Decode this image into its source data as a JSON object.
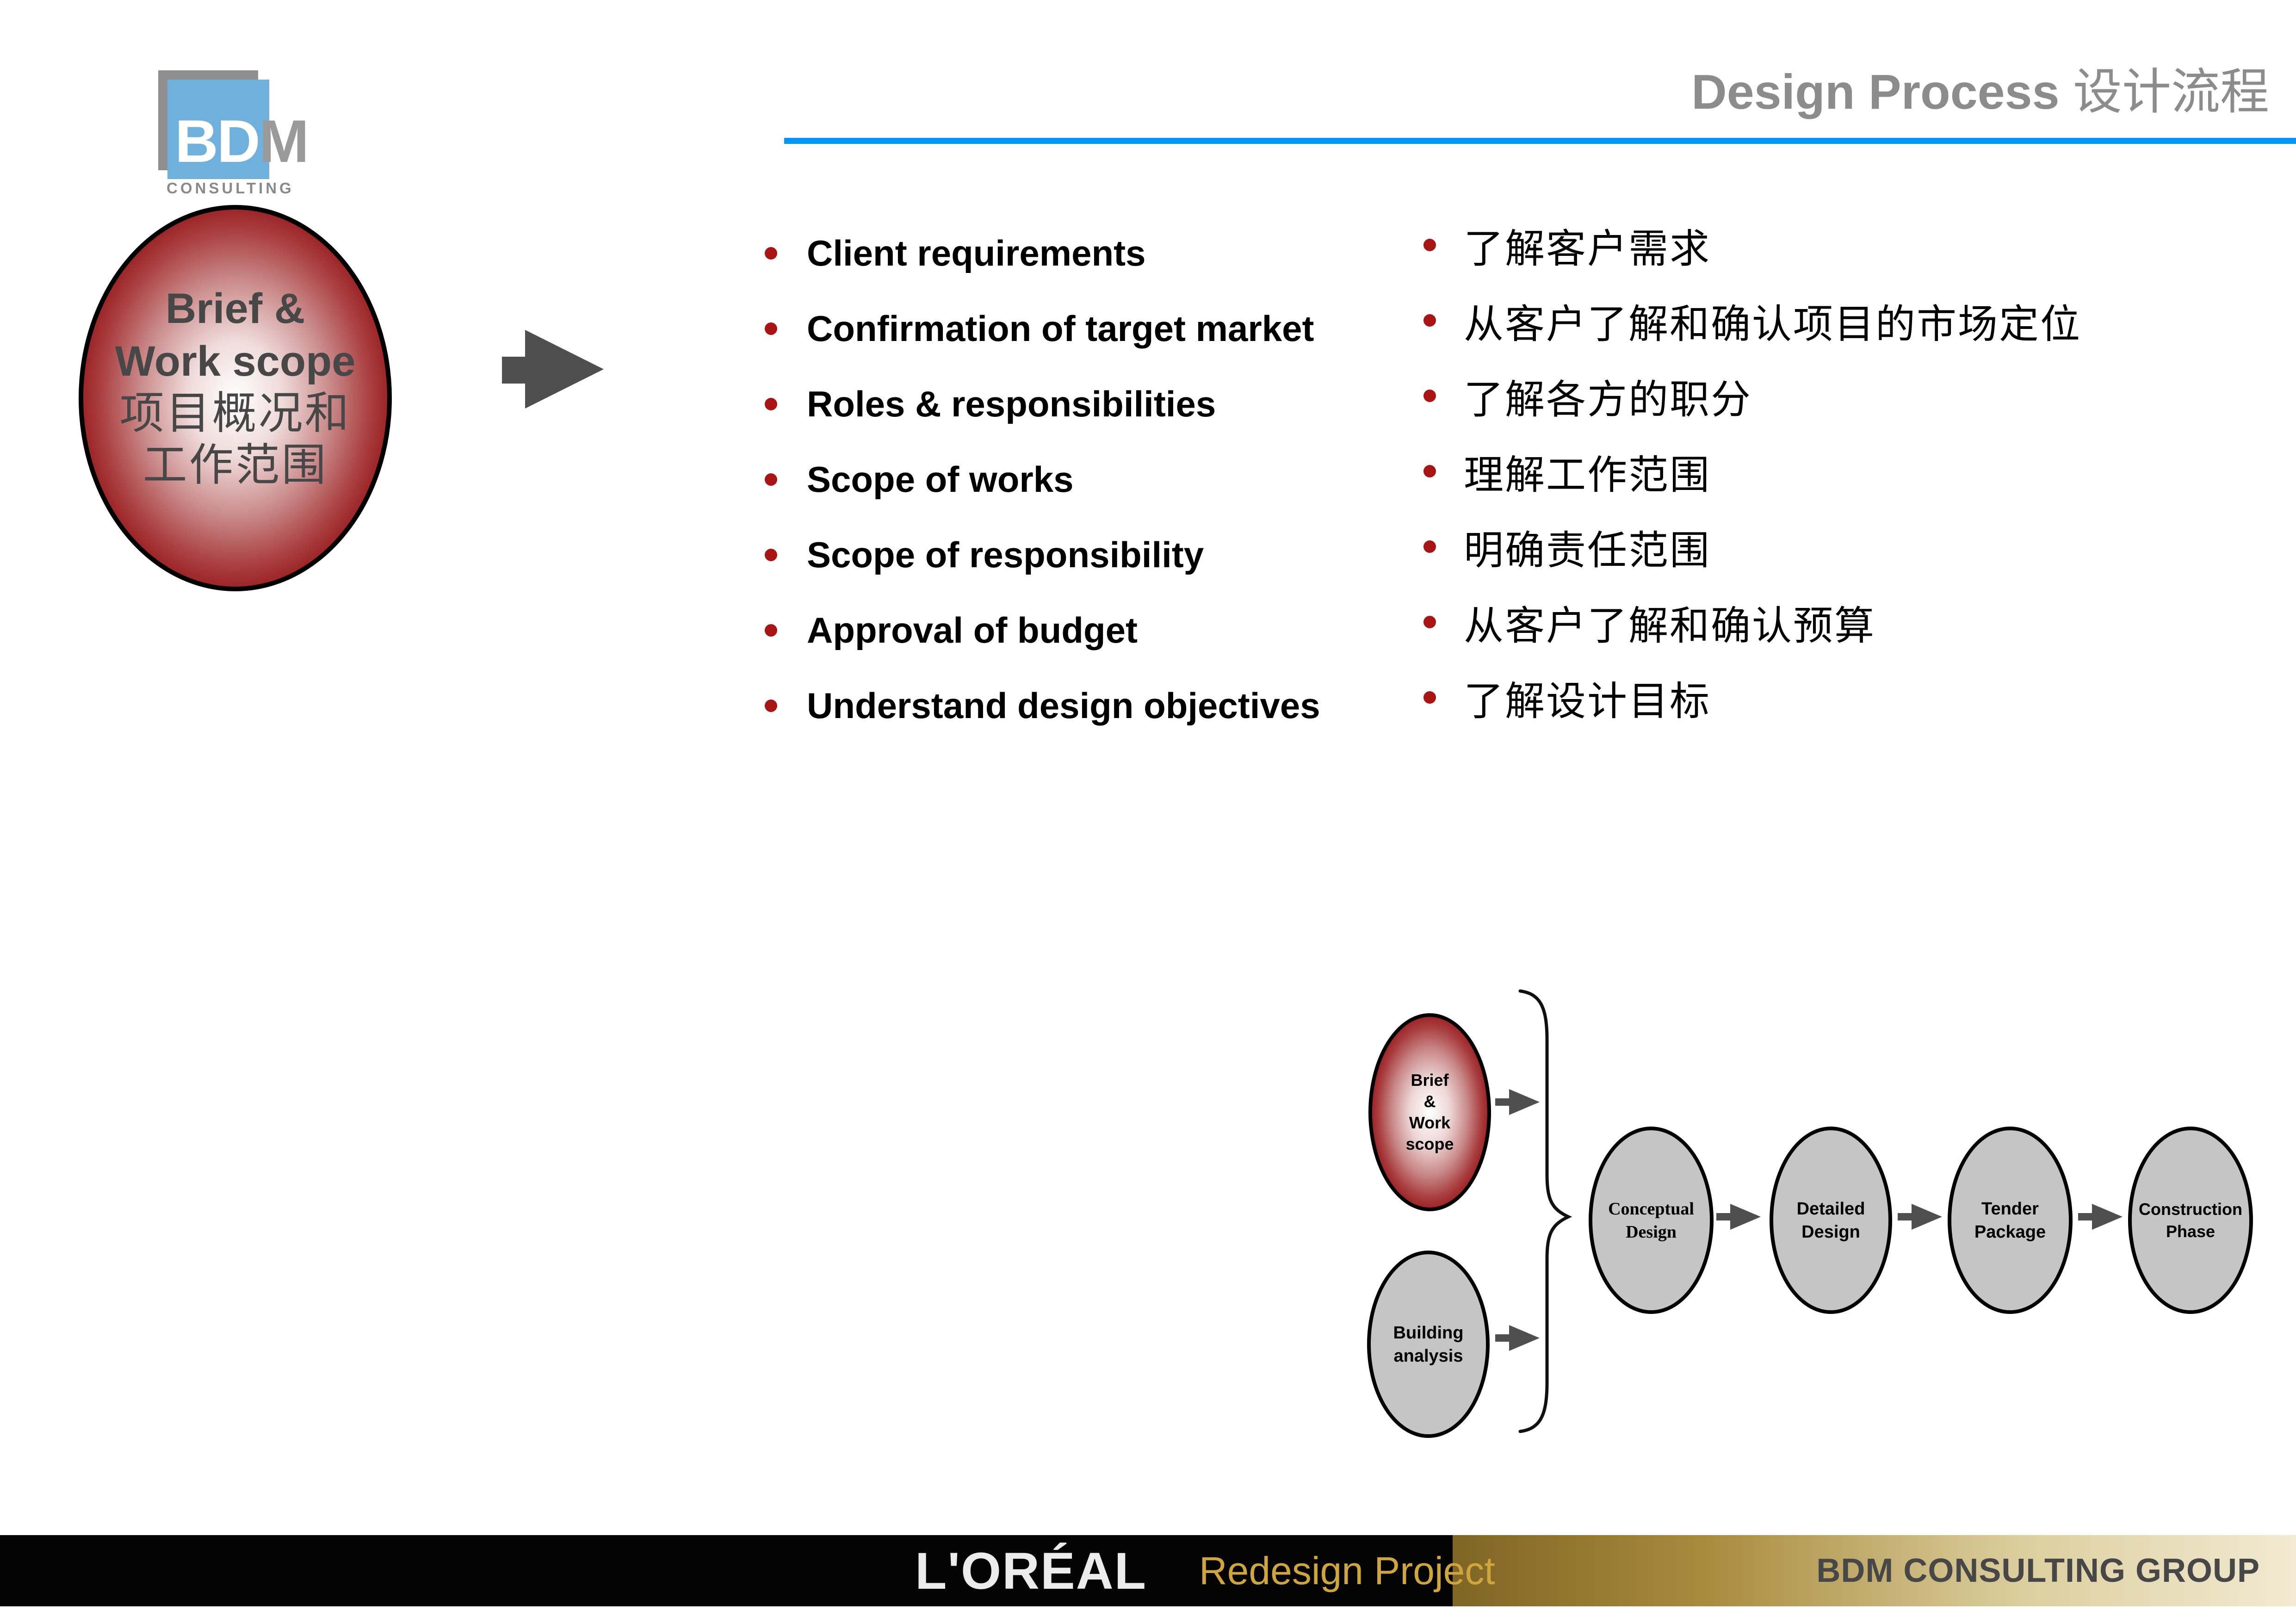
{
  "header": {
    "title_en": "Design Process",
    "title_zh": "设计流程",
    "logo": {
      "part_bd": "BD",
      "part_m": "M",
      "subtitle": "CONSULTING"
    }
  },
  "intro_ellipse": {
    "en_line1": "Brief &",
    "en_line2": "Work scope",
    "zh_line1": "项目概况和",
    "zh_line2": "工作范围"
  },
  "bullets_en": [
    "Client requirements",
    "Confirmation of target market",
    "Roles & responsibilities",
    "Scope of works",
    "Scope of responsibility",
    "Approval of budget",
    "Understand design objectives"
  ],
  "bullets_zh": [
    "了解客户需求",
    "从客户了解和确认项目的市场定位",
    "了解各方的职分",
    "理解工作范围",
    "明确责任范围",
    "从客户了解和确认预算",
    "了解设计目标"
  ],
  "flow": {
    "brief_node": "Brief\n&\nWork\nscope",
    "building_node": "Building\nanalysis",
    "conceptual_node": "Conceptual\nDesign",
    "detailed_node": "Detailed\nDesign",
    "tender_node": "Tender\nPackage",
    "construction_node": "Construction\nPhase"
  },
  "footer": {
    "brand": "L'ORÉAL",
    "project": "Redesign Project",
    "company": "BDM CONSULTING GROUP"
  },
  "colors": {
    "accent_blue": "#0096f8",
    "logo_blue": "#6fb1dc",
    "logo_gray": "#8f8f8f",
    "title_gray": "#8c8c8c",
    "bullet_red": "#a91414",
    "ellipse_red": "#92171a",
    "node_gray": "#c5c5c5",
    "arrow_gray": "#4f4f4f",
    "footer_black": "#040404",
    "footer_gold_dark": "#7f6524",
    "footer_gold_light": "#f2ead2",
    "gold_text": "#cfa63e"
  }
}
